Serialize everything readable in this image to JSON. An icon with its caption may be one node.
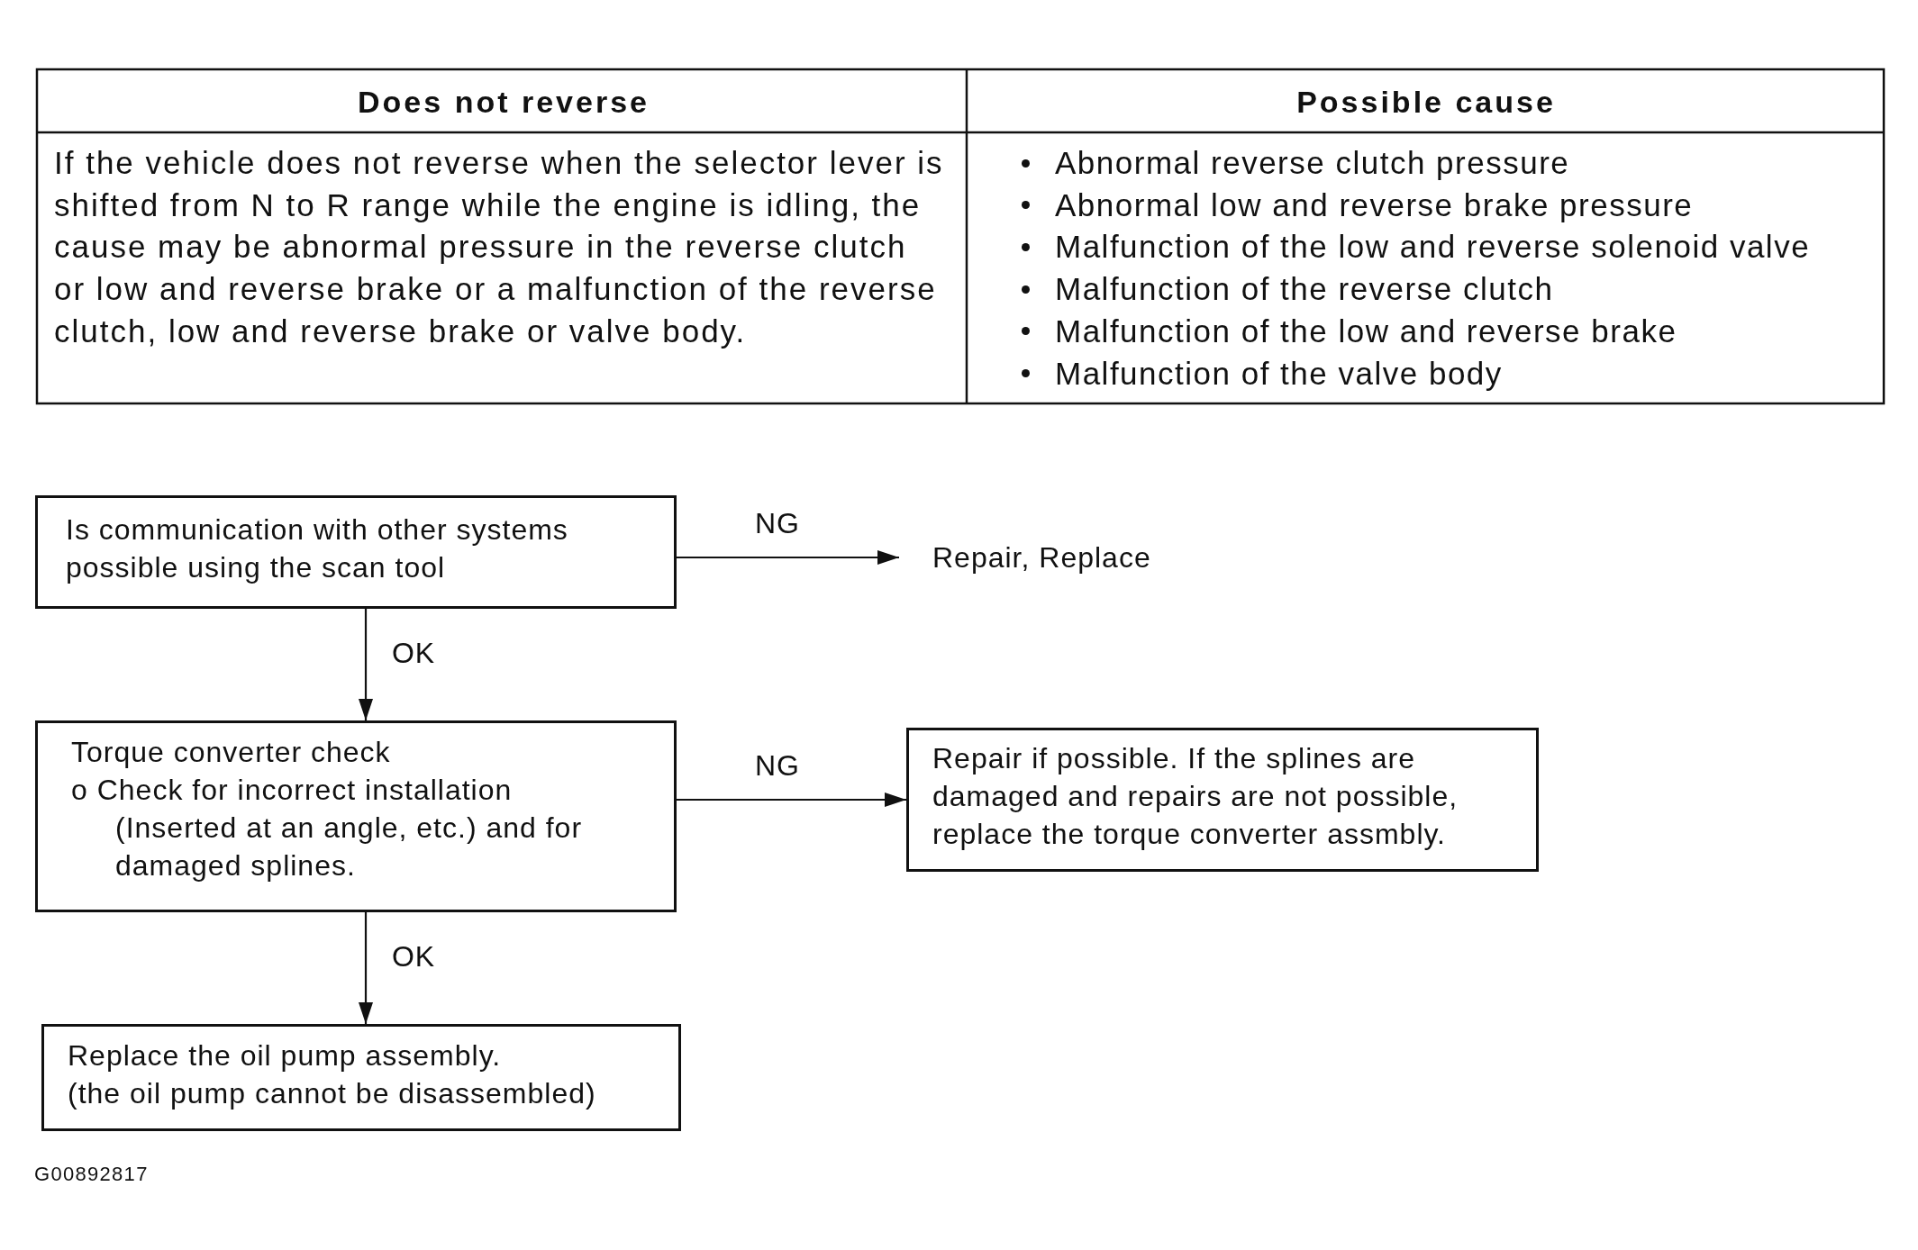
{
  "diagram": {
    "nodes": [
      {
        "text": [
          "Is communication with other systems possible using the scan tool"
        ]
      },
      {
        "text": [
          "Repair, Replace"
        ]
      },
      {
        "text": [
          "Torque converter check",
          "o Check for incorrect installation (Inserted at an angle, etc.) and for damaged splines."
        ]
      },
      {
        "text": [
          "Repair if possible. If the splines are damaged and repairs are not possible, replace the torque converter assmbly."
        ]
      },
      {
        "text": [
          "Replace the oil pump assembly.",
          "(the oil pump cannot be disassembled)"
        ]
      }
    ],
    "edges": [
      {
        "from": 0,
        "to": 1,
        "arrow": "to",
        "label": "NG"
      },
      {
        "from": 0,
        "to": 2,
        "arrow": "to",
        "label": "OK"
      },
      {
        "from": 2,
        "to": 3,
        "arrow": "to",
        "label": "NG"
      },
      {
        "from": 2,
        "to": 4,
        "arrow": "to",
        "label": "OK"
      }
    ],
    "labels": [
      "Does not reverse",
      "Possible cause",
      "If the vehicle does not reverse when the selector lever is shifted from N to R range while the engine is idling, the cause may be abnormal pressure in the reverse clutch or low and reverse brake or a malfunction of the reverse clutch, low and reverse brake or valve body.",
      "Abnormal reverse clutch pressure",
      "Abnormal low and reverse brake pressure",
      "Malfunction of the low and reverse solenoid valve",
      "Malfunction of the reverse clutch",
      "Malfunction of the low and reverse brake",
      "Malfunction of the valve body",
      "G00892817"
    ]
  }
}
